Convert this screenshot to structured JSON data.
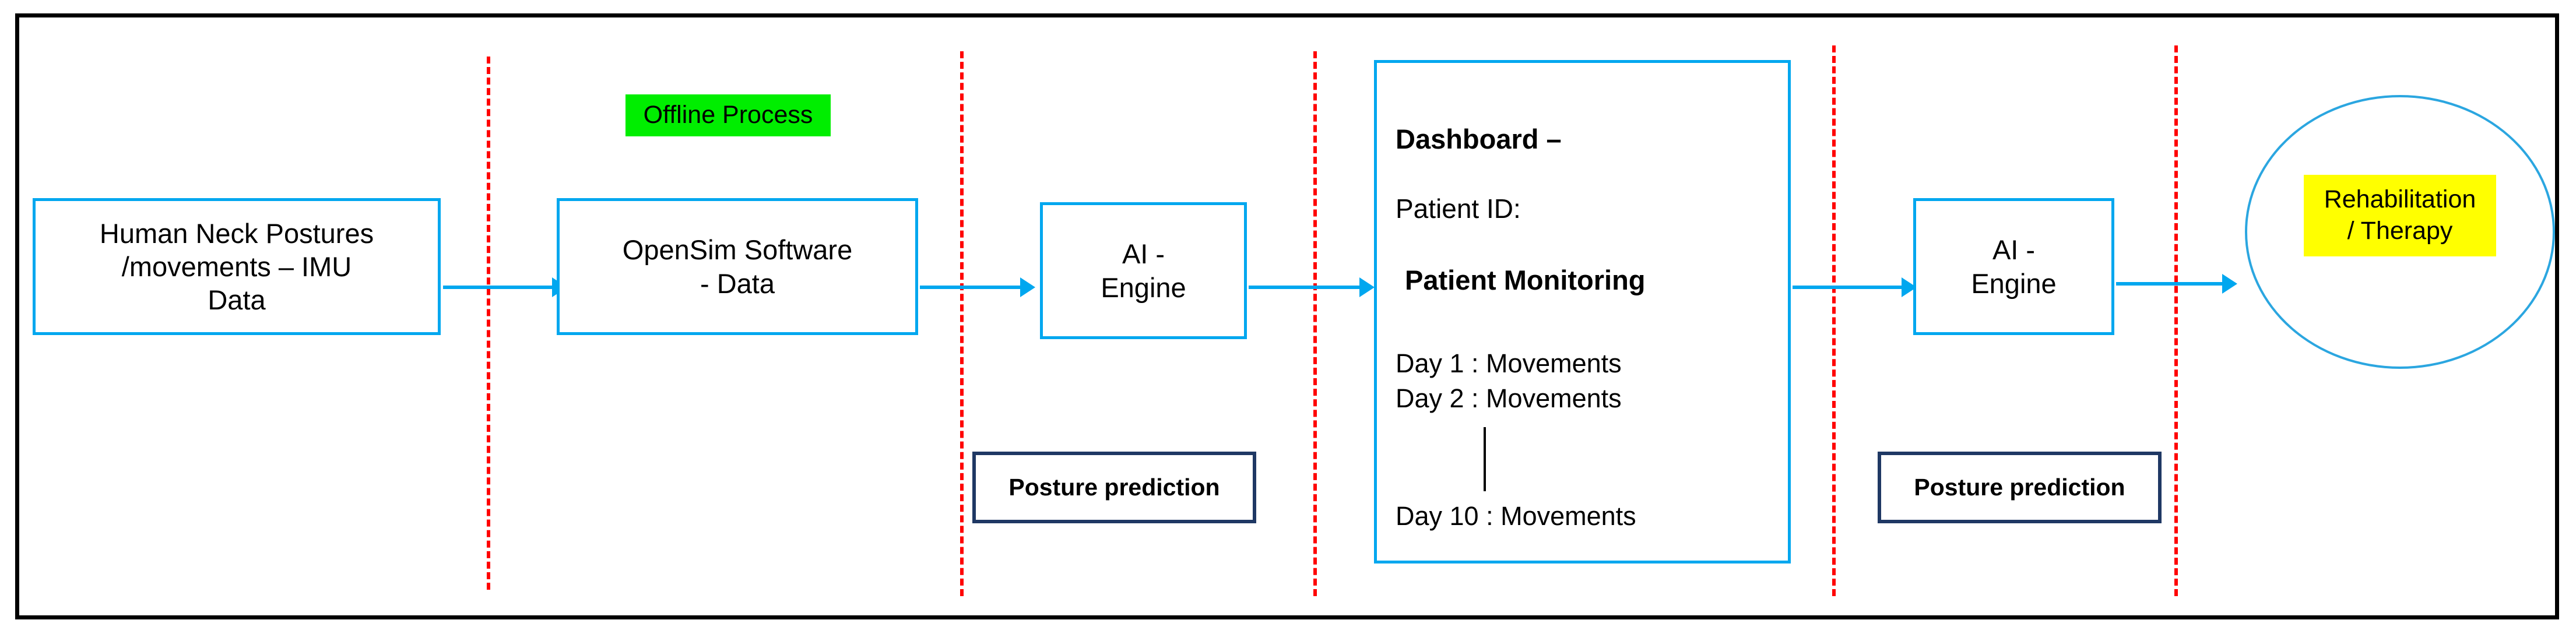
{
  "diagram": {
    "title": "Human neck posture monitoring and rehabilitation pipeline",
    "colors": {
      "frame": "#000000",
      "box_border": "#00a7ef",
      "connector": "#00a7ef",
      "divider": "#ff0000",
      "annotation_border": "#1f3864",
      "highlight_green": "#00ee00",
      "highlight_yellow": "#ffff00",
      "ellipse_border": "#2ba6e0"
    }
  },
  "stages": {
    "input": {
      "label_line1": "Human Neck Postures",
      "label_line2": "/movements – IMU",
      "label_line3": "Data"
    },
    "opensim": {
      "label_line1": "OpenSim Software",
      "label_line2": "- Data",
      "badge": "Offline Process"
    },
    "ai_engine_1": {
      "label_line1": "AI -",
      "label_line2": "Engine",
      "annotation": "Posture prediction"
    },
    "dashboard": {
      "title": "Dashboard –",
      "patient_id_label": "Patient ID:",
      "section_title": "Patient Monitoring",
      "rows": [
        "Day 1 : Movements",
        "Day 2 : Movements",
        "Day 10 : Movements"
      ]
    },
    "ai_engine_2": {
      "label_line1": "AI -",
      "label_line2": "Engine",
      "annotation": "Posture prediction"
    },
    "outcome": {
      "label_line1": "Rehabilitation",
      "label_line2": "/ Therapy"
    }
  }
}
